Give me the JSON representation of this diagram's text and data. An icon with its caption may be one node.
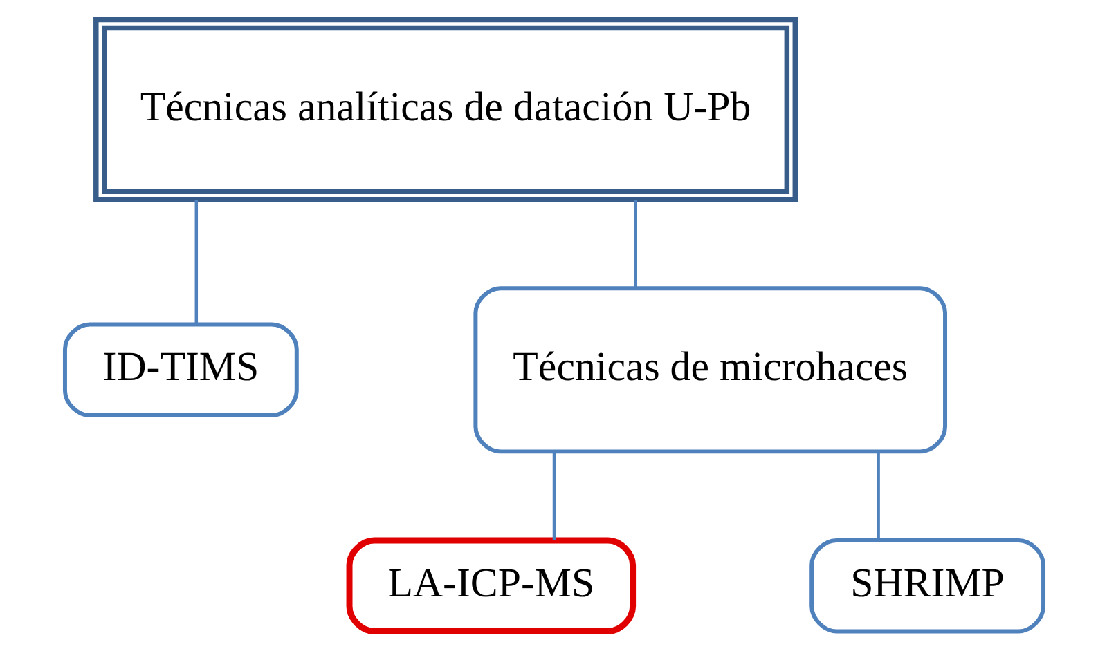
{
  "diagram": {
    "nodes": [
      {
        "text": [
          "Técnicas analíticas de datación U-Pb"
        ]
      },
      {
        "text": [
          "ID-TIMS"
        ]
      },
      {
        "text": [
          "Técnicas de microhaces"
        ]
      },
      {
        "text": [
          "LA-ICP-MS"
        ]
      },
      {
        "text": [
          "SHRIMP"
        ]
      }
    ],
    "edges": [
      {
        "from": 0,
        "to": 1,
        "arrow": "none"
      },
      {
        "from": 0,
        "to": 2,
        "arrow": "none"
      },
      {
        "from": 2,
        "to": 3,
        "arrow": "none"
      },
      {
        "from": 2,
        "to": 4,
        "arrow": "none"
      }
    ]
  }
}
